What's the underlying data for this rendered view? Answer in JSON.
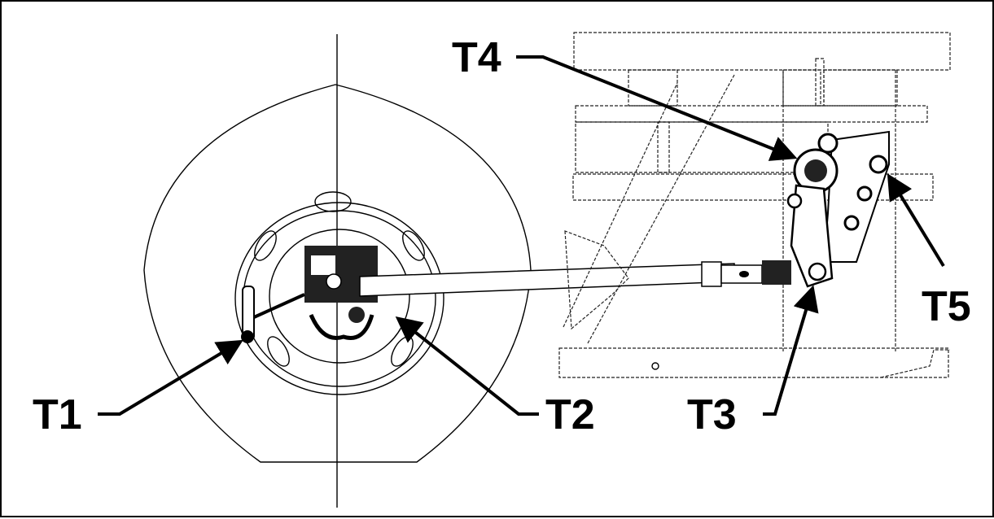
{
  "callouts": [
    {
      "id": "T1",
      "label": "T1"
    },
    {
      "id": "T2",
      "label": "T2"
    },
    {
      "id": "T3",
      "label": "T3"
    },
    {
      "id": "T4",
      "label": "T4"
    },
    {
      "id": "T5",
      "label": "T5"
    }
  ]
}
